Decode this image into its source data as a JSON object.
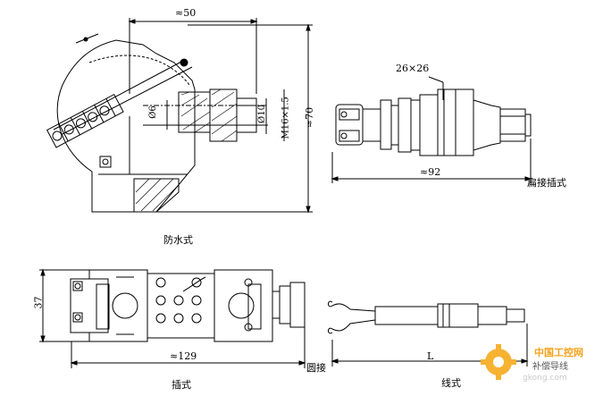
{
  "labels": {
    "waterproof": "防水式",
    "flat_plug": "扁接插式",
    "plug": "插式",
    "round": "圆接",
    "wire": "线式",
    "comp_signal": "补偿导线",
    "watermark_site": "gkong.com",
    "watermark_brand": "中国工控网"
  },
  "dims": {
    "w50": "≈50",
    "d6": "Ø6",
    "d10": "Ø10",
    "m16": "M16×1.5",
    "h70": "≈70",
    "s26": "26×26",
    "l92": "≈92",
    "h37": "37",
    "l129": "≈129",
    "L": "L"
  }
}
